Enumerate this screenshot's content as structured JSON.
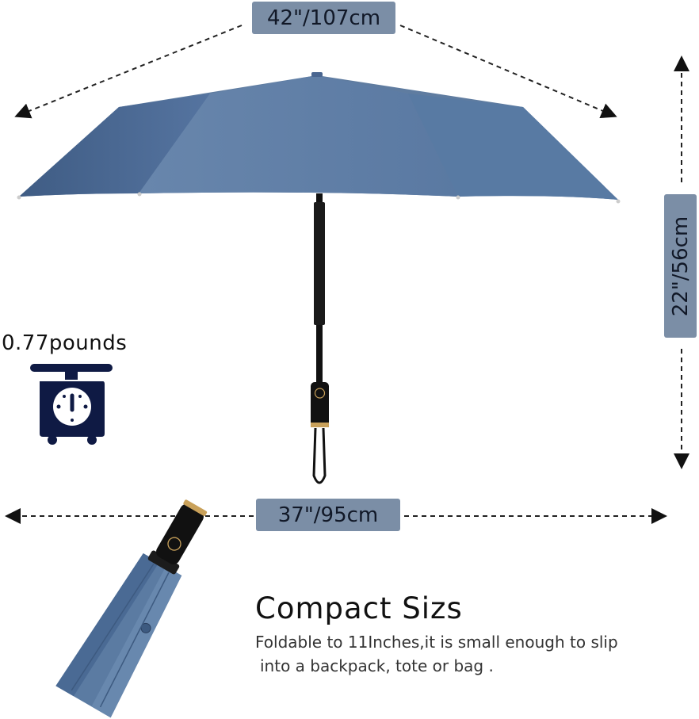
{
  "dimensions": {
    "width_label": "42\"/107cm",
    "height_label": "22\"/56cm",
    "length_label": "37\"/95cm",
    "weight_label": "0.77pounds"
  },
  "compact": {
    "title": "Compact Sizs",
    "description_line1": "Foldable to 11Inches,it is small enough to slip",
    "description_line2": "into a backpack, tote or bag ."
  },
  "colors": {
    "canopy": "#5f7ca0",
    "label_bg": "#7b8ea6",
    "scale_icon": "#0f1a44",
    "handle": "#111111",
    "gold_accent": "#c9a15a"
  },
  "icons": [
    "scale-icon",
    "umbrella-open-illustration",
    "umbrella-folded-illustration"
  ]
}
